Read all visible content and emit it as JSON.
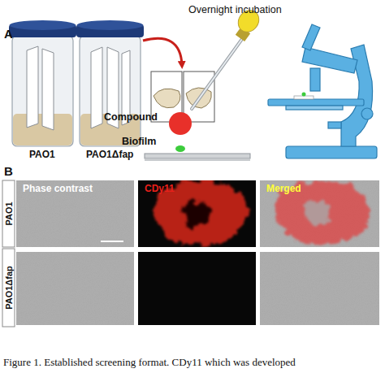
{
  "diagram": {
    "caption": "Figure 1. Established screening format. CDy11 which was developed",
    "nodes": [
      {
        "text": [
          "PAO1"
        ]
      },
      {
        "text": [
          "Phase contrast"
        ]
      },
      {
        "text": [
          "CDy11"
        ]
      },
      {
        "text": [
          "Merged"
        ]
      },
      {
        "text": [
          "PAO1Δfap"
        ]
      }
    ],
    "labels": [
      "A",
      "Overnight incubation",
      "PAO1",
      "PAO1Δfap",
      "Compound",
      "Biofilm",
      "B"
    ]
  }
}
